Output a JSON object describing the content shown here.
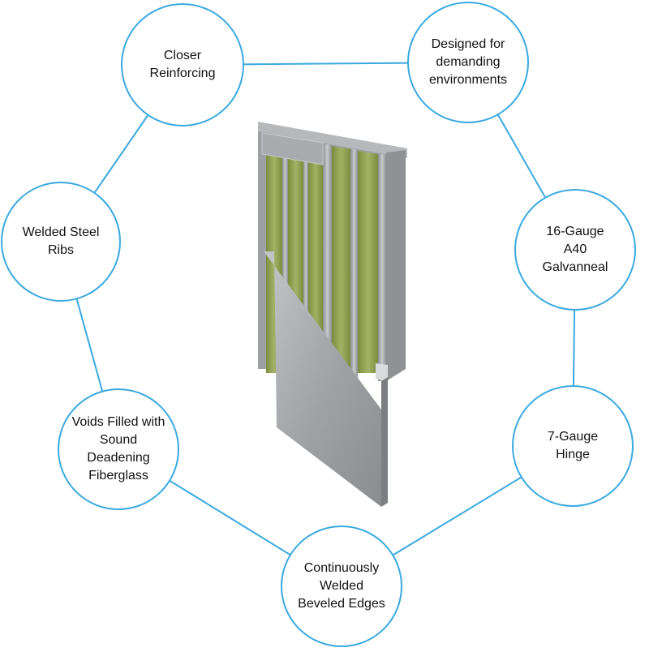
{
  "diagram": {
    "title": "",
    "accent_color": "#3aa9e0",
    "center_image": {
      "subject": "steel door cutaway",
      "frame_color": "#a9abae",
      "insulation_color": "#8fa04e"
    },
    "features": [
      {
        "id": "closer",
        "label": "Closer\nReinforcing"
      },
      {
        "id": "designed",
        "label": "Designed for\ndemanding\nenvironments"
      },
      {
        "id": "galvanneal",
        "label": "16-Gauge\nA40\nGalvanneal"
      },
      {
        "id": "hinge",
        "label": "7-Gauge\nHinge"
      },
      {
        "id": "edges",
        "label": "Continuously\nWelded\nBeveled Edges"
      },
      {
        "id": "fiberglass",
        "label": "Voids Filled with\nSound\nDeadening\nFiberglass"
      },
      {
        "id": "ribs",
        "label": "Welded Steel\nRibs"
      }
    ]
  }
}
